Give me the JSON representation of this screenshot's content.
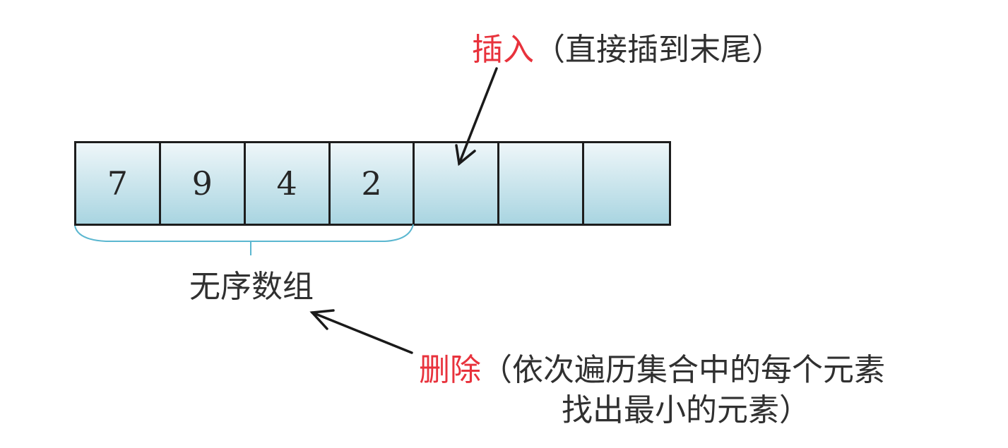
{
  "array": {
    "cells": [
      "7",
      "9",
      "4",
      "2",
      "",
      "",
      ""
    ],
    "fill_gradient": [
      "#eef6f9",
      "#a9d5e1"
    ],
    "border_color": "#1d1d1d"
  },
  "brace": {
    "label": "无序数组",
    "color": "#5bb7d0",
    "spans_cells": [
      0,
      3
    ]
  },
  "insert_note": {
    "keyword": "插入",
    "detail": "（直接插到末尾）",
    "keyword_color": "#e8323c"
  },
  "delete_note": {
    "keyword": "删除",
    "detail_line1": "（依次遍历集合中的每个元素",
    "detail_line2": "找出最小的元素）",
    "keyword_color": "#e8323c"
  }
}
